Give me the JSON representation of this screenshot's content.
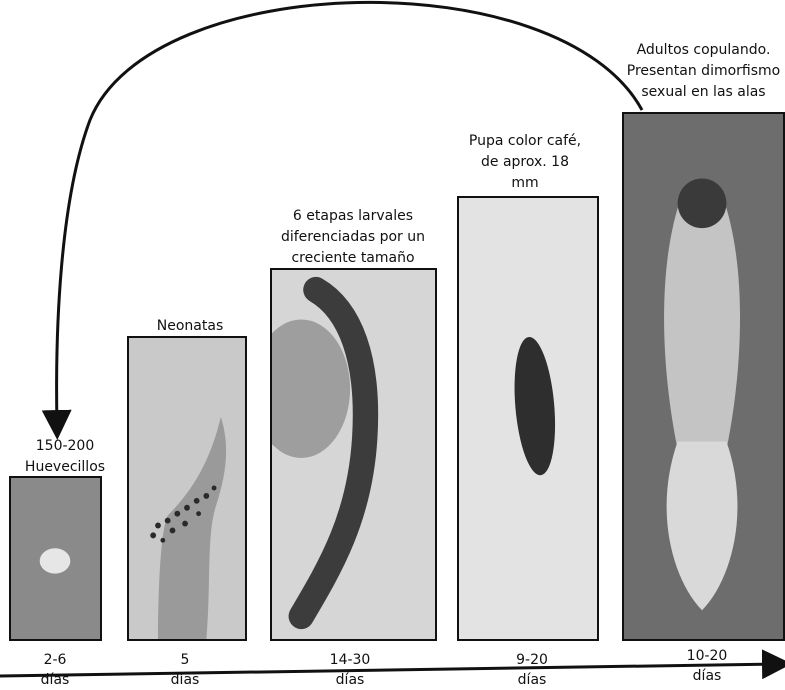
{
  "stages": [
    {
      "id": "eggs",
      "caption_lines": [
        "150-200",
        "Huevecillos"
      ],
      "duration": "2-6",
      "unit": "días"
    },
    {
      "id": "neonates",
      "caption_lines": [
        "Neonatas"
      ],
      "duration": "5",
      "unit": "días"
    },
    {
      "id": "larvae",
      "caption_lines": [
        "6 etapas larvales",
        "diferenciadas por un",
        "creciente tamaño"
      ],
      "duration": "14-30",
      "unit": "días"
    },
    {
      "id": "pupa",
      "caption_lines": [
        "Pupa color café,",
        "de aprox. 18",
        "mm"
      ],
      "duration": "9-20",
      "unit": "días"
    },
    {
      "id": "adults",
      "caption_lines": [
        "Adultos copulando.",
        "Presentan dimorfismo",
        "sexual en las alas"
      ],
      "duration": "10-20",
      "unit": "días"
    }
  ],
  "colors": {
    "line": "#111111",
    "photo_bg": "#cfcfcf"
  }
}
